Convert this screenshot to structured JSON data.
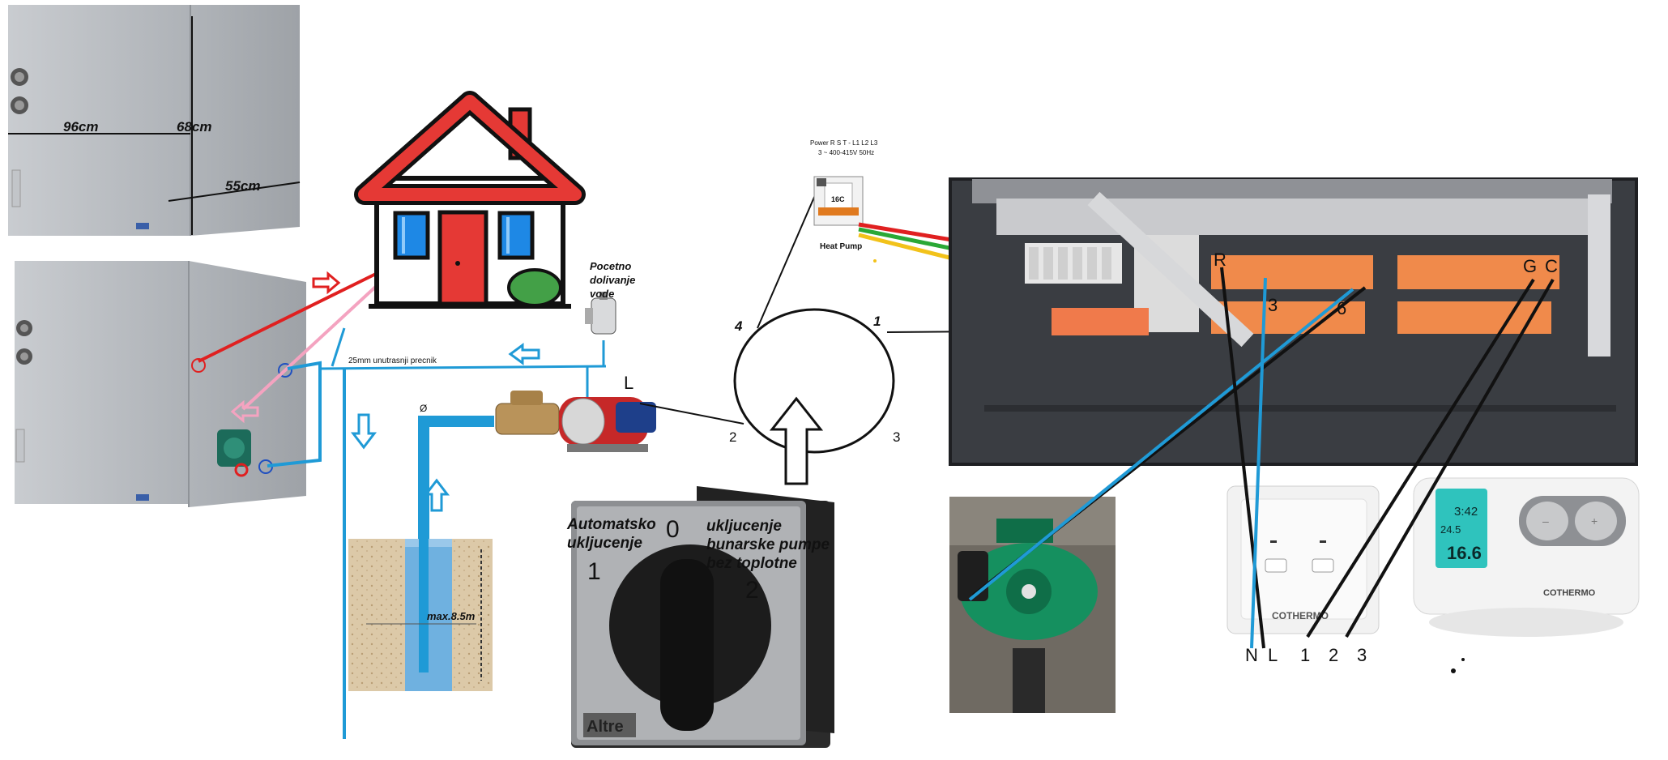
{
  "colors": {
    "background": "#ffffff",
    "hot_pipe": "#e02020",
    "return_pipe": "#f4a3c0",
    "water_pipe": "#1f9ad6",
    "wire_black": "#111111",
    "wire_green": "#2aa836",
    "wire_yellow": "#f2c21a",
    "relay_orange": "#f08a4b",
    "cabinet_dark": "#3a3d42",
    "house_red": "#e53935"
  },
  "heat_pump": {
    "dim_width": "96cm",
    "dim_height": "68cm",
    "dim_depth": "55cm"
  },
  "house_label": "",
  "fill_valve": {
    "label_line1": "Pocetno",
    "label_line2": "dolivanje",
    "label_line3": "vode"
  },
  "pipe": {
    "label": "25mm unutrasnji precnik",
    "diameter_symbol": "Ø"
  },
  "well": {
    "depth_label": "max.8.5m"
  },
  "breaker": {
    "header_line1": "Power R S T - L1 L2 L3",
    "header_line2": "3 ~ 400-415V 50Hz",
    "rating": "16C",
    "caption": "Heat Pump"
  },
  "selector_switch": {
    "pos0": "0",
    "pos1": "1",
    "pos2": "2",
    "auto_label_line1": "Automatsko",
    "auto_label_line2": "uklјucenje",
    "manual_label_line1": "ukljucenje",
    "manual_label_line2": "bunarske pumpe",
    "manual_label_line3": "bez toplotne",
    "brand": "Altre"
  },
  "circle_terminals": {
    "t4": "4",
    "t1": "1",
    "t2": "2",
    "t3": "3",
    "t_l": "L"
  },
  "panel_labels": {
    "r": "R",
    "three": "3",
    "six": "6",
    "g": "G",
    "c": "C"
  },
  "thermostat_terminals": {
    "n": "N",
    "l": "L",
    "one": "1",
    "two": "2",
    "three": "3"
  },
  "thermostat": {
    "brand": "COTHERMO",
    "time": "3:42",
    "temp_small": "24.5",
    "temp_big": "16.6"
  },
  "receiver": {
    "brand": "COTHERMO"
  }
}
